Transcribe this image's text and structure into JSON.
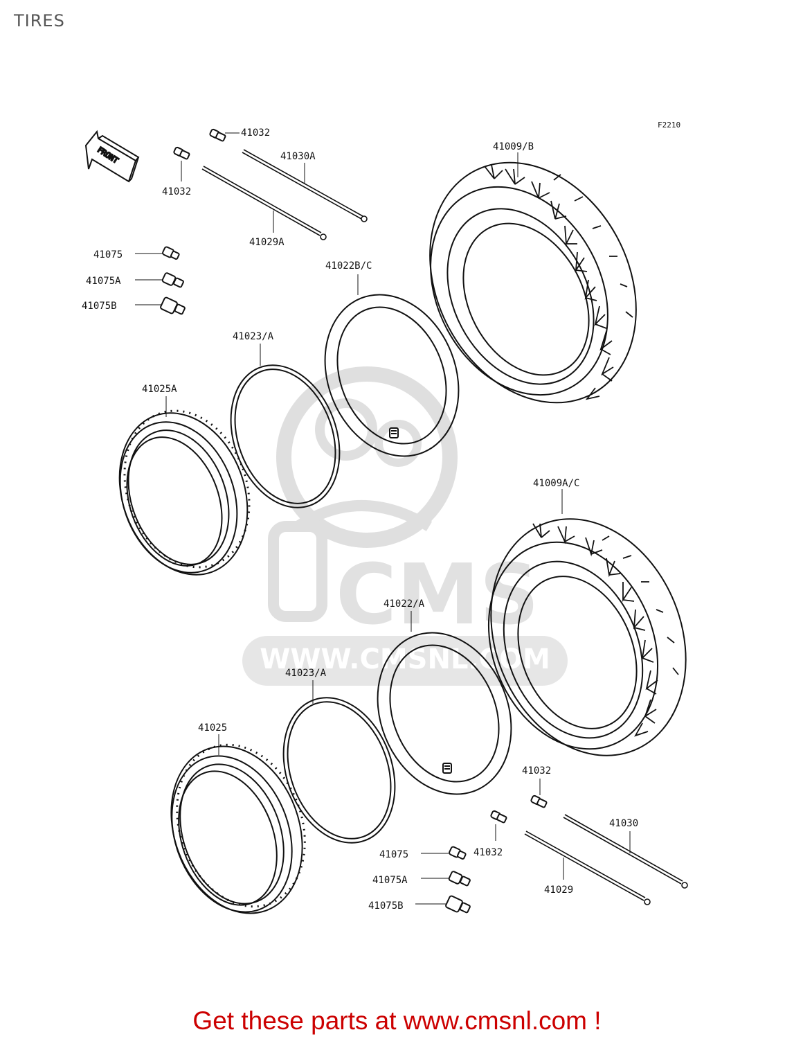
{
  "page": {
    "title": "TIRES"
  },
  "figure": {
    "code": "F2210",
    "front_label": "FRONT"
  },
  "watermark": {
    "logo_text": "CMS",
    "url_text": "WWW.CMSNL.COM"
  },
  "labels": {
    "l41032_a": "41032",
    "l41032_b": "41032",
    "l41030a": "41030A",
    "l41029a": "41029A",
    "l41009b": "41009/B",
    "l41075_top": "41075",
    "l41075a_top": "41075A",
    "l41075b_top": "41075B",
    "l41022bc": "41022B/C",
    "l41023a_top": "41023/A",
    "l41025a": "41025A",
    "l41009ac": "41009A/C",
    "l41022a": "41022/A",
    "l41023a_bot": "41023/A",
    "l41025": "41025",
    "l41032_c": "41032",
    "l41032_d": "41032",
    "l41030": "41030",
    "l41029": "41029",
    "l41075_bot": "41075",
    "l41075a_bot": "41075A",
    "l41075b_bot": "41075B"
  },
  "promo": {
    "text": "Get these parts at www.cmsnl.com !"
  },
  "colors": {
    "line": "#111111",
    "watermark": "#d9d9d9",
    "promo": "#cc0000"
  }
}
